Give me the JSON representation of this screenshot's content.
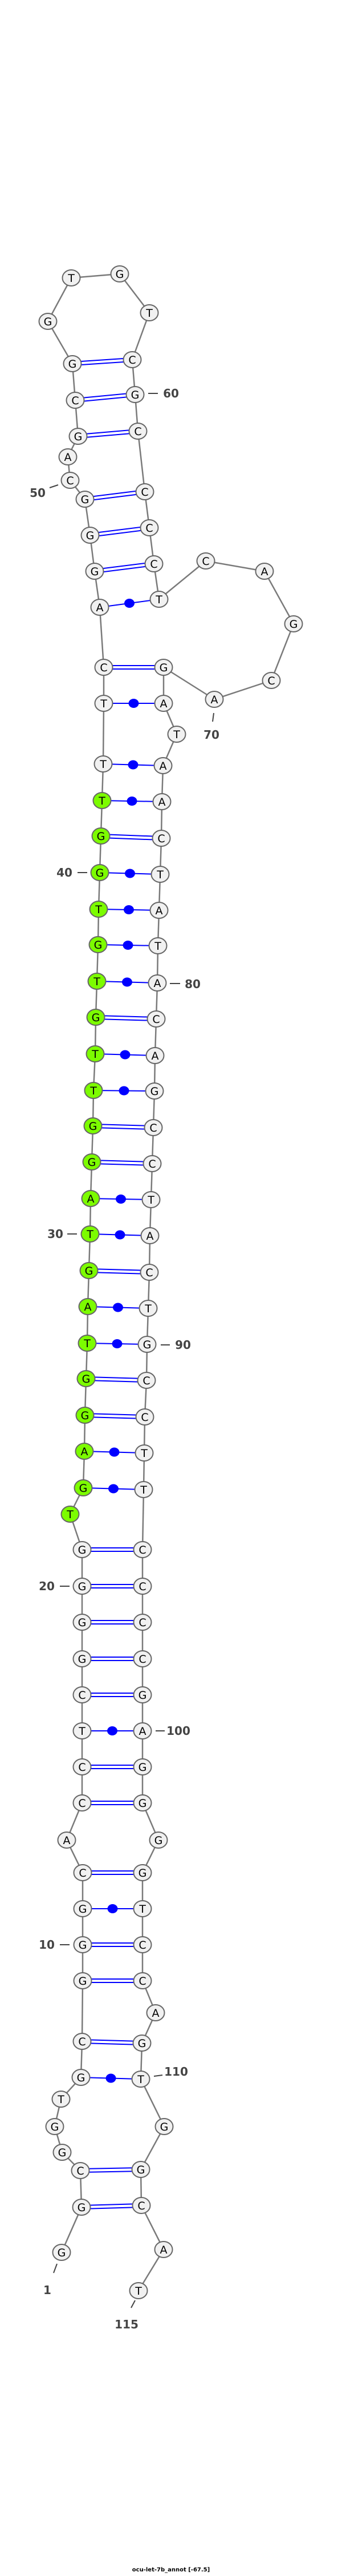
{
  "title": "ocu-let-7b_annot [-67.5]",
  "colors": {
    "node_fill": "#f1f1f1",
    "node_stroke": "#666666",
    "highlight_fill": "#7cfc00",
    "pair_line": "#0000ff",
    "backbone": "#7a7a7a",
    "label": "#444444"
  },
  "sequence": [
    "G",
    "G",
    "C",
    "G",
    "G",
    "T",
    "G",
    "C",
    "G",
    "G",
    "G",
    "C",
    "A",
    "C",
    "C",
    "T",
    "C",
    "G",
    "G",
    "G",
    "G",
    "T",
    "G",
    "A",
    "G",
    "G",
    "T",
    "A",
    "G",
    "T",
    "A",
    "G",
    "G",
    "T",
    "T",
    "G",
    "T",
    "G",
    "T",
    "G",
    "G",
    "T",
    "T",
    "T",
    "C",
    "A",
    "G",
    "G",
    "G",
    "C",
    "A",
    "G",
    "C",
    "G",
    "G",
    "T",
    "G",
    "T",
    "C",
    "G",
    "C",
    "C",
    "C",
    "C",
    "T",
    "C",
    "A",
    "G",
    "C",
    "A",
    "G",
    "A",
    "T",
    "A",
    "A",
    "C",
    "T",
    "A",
    "T",
    "A",
    "C",
    "A",
    "G",
    "C",
    "C",
    "T",
    "A",
    "C",
    "T",
    "G",
    "C",
    "C",
    "T",
    "T",
    "C",
    "C",
    "C",
    "C",
    "G",
    "A",
    "G",
    "G",
    "G",
    "G",
    "T",
    "C",
    "C",
    "A",
    "G",
    "T",
    "G",
    "G",
    "C",
    "A",
    "T"
  ],
  "highlighted_positions": [
    22,
    23,
    24,
    25,
    26,
    27,
    28,
    29,
    30,
    31,
    32,
    33,
    34,
    35,
    36,
    37,
    38,
    39,
    40,
    41,
    42
  ],
  "pairs": [
    [
      2,
      113
    ],
    [
      3,
      112
    ],
    [
      7,
      110
    ],
    [
      8,
      109
    ],
    [
      9,
      107
    ],
    [
      10,
      106
    ],
    [
      11,
      105
    ],
    [
      12,
      104
    ],
    [
      14,
      102
    ],
    [
      15,
      101
    ],
    [
      16,
      100
    ],
    [
      17,
      99
    ],
    [
      18,
      98
    ],
    [
      19,
      97
    ],
    [
      20,
      96
    ],
    [
      21,
      95
    ],
    [
      23,
      94
    ],
    [
      24,
      93
    ],
    [
      25,
      92
    ],
    [
      26,
      91
    ],
    [
      27,
      90
    ],
    [
      28,
      89
    ],
    [
      29,
      88
    ],
    [
      30,
      87
    ],
    [
      31,
      86
    ],
    [
      32,
      85
    ],
    [
      33,
      84
    ],
    [
      34,
      83
    ],
    [
      35,
      82
    ],
    [
      36,
      81
    ],
    [
      37,
      80
    ],
    [
      38,
      79
    ],
    [
      39,
      78
    ],
    [
      40,
      77
    ],
    [
      41,
      76
    ],
    [
      42,
      75
    ],
    [
      43,
      74
    ],
    [
      44,
      72
    ],
    [
      45,
      71
    ],
    [
      46,
      65
    ],
    [
      47,
      64
    ],
    [
      48,
      63
    ],
    [
      49,
      62
    ],
    [
      52,
      61
    ],
    [
      53,
      60
    ],
    [
      54,
      59
    ]
  ],
  "position_labels": [
    {
      "position": 1,
      "text": "1"
    },
    {
      "position": 10,
      "text": "10"
    },
    {
      "position": 20,
      "text": "20"
    },
    {
      "position": 30,
      "text": "30"
    },
    {
      "position": 40,
      "text": "40"
    },
    {
      "position": 50,
      "text": "50"
    },
    {
      "position": 60,
      "text": "60"
    },
    {
      "position": 70,
      "text": "70"
    },
    {
      "position": 80,
      "text": "80"
    },
    {
      "position": 90,
      "text": "90"
    },
    {
      "position": 100,
      "text": "100"
    },
    {
      "position": 110,
      "text": "110"
    },
    {
      "position": 115,
      "text": "115"
    }
  ]
}
